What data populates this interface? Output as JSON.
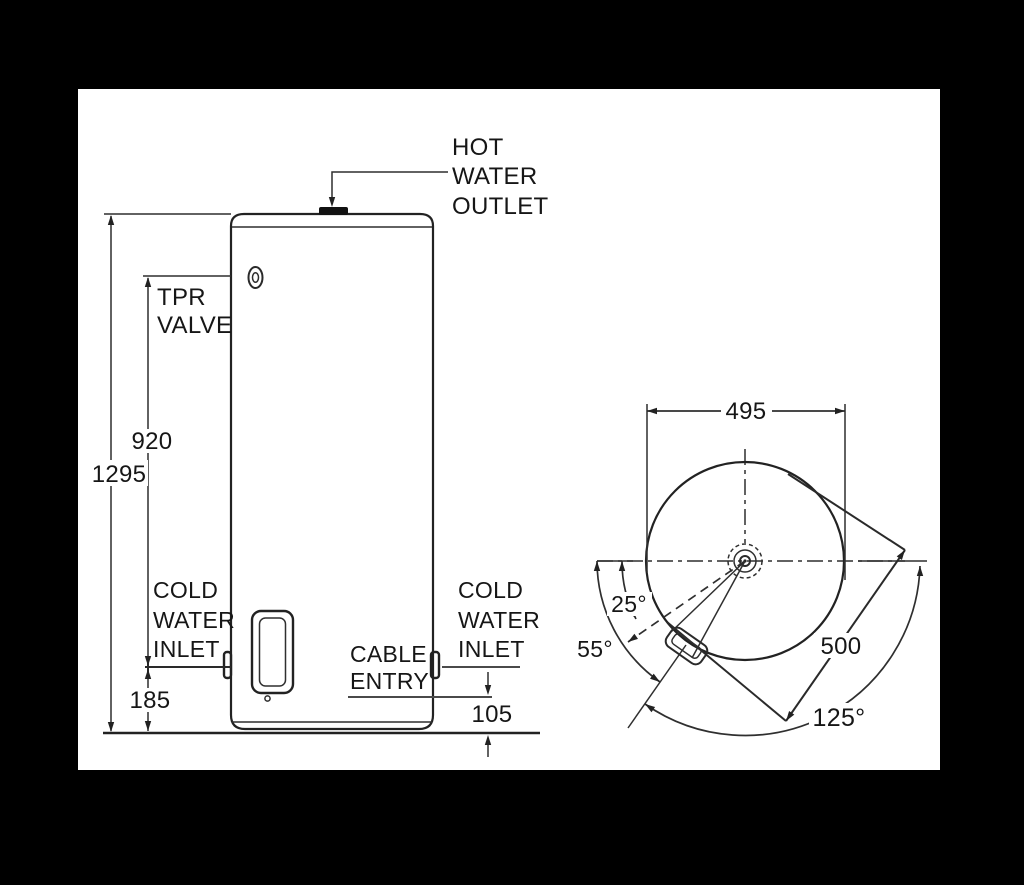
{
  "drawing": {
    "kind": "water-heater-dimension-diagram",
    "colors": {
      "background": "#000000",
      "paper": "#ffffff",
      "ink": "#222222"
    }
  },
  "side_view": {
    "hot_water_outlet": [
      "HOT",
      "WATER",
      "OUTLET"
    ],
    "tpr_valve": [
      "TPR",
      "VALVE"
    ],
    "cold_water_inlet_left": [
      "COLD",
      "WATER",
      "INLET"
    ],
    "cold_water_inlet_right": [
      "COLD",
      "WATER",
      "INLET"
    ],
    "cable_entry": [
      "CABLE",
      "ENTRY"
    ],
    "dim_overall_height": "1295",
    "dim_tpr_height": "920",
    "dim_inlet_height": "185",
    "dim_cable_height": "105"
  },
  "plan_view": {
    "dim_diameter": "495",
    "dim_clearance": "500",
    "angle_inlet": "25°",
    "angle_tpr": "55°",
    "angle_sweep": "125°"
  }
}
